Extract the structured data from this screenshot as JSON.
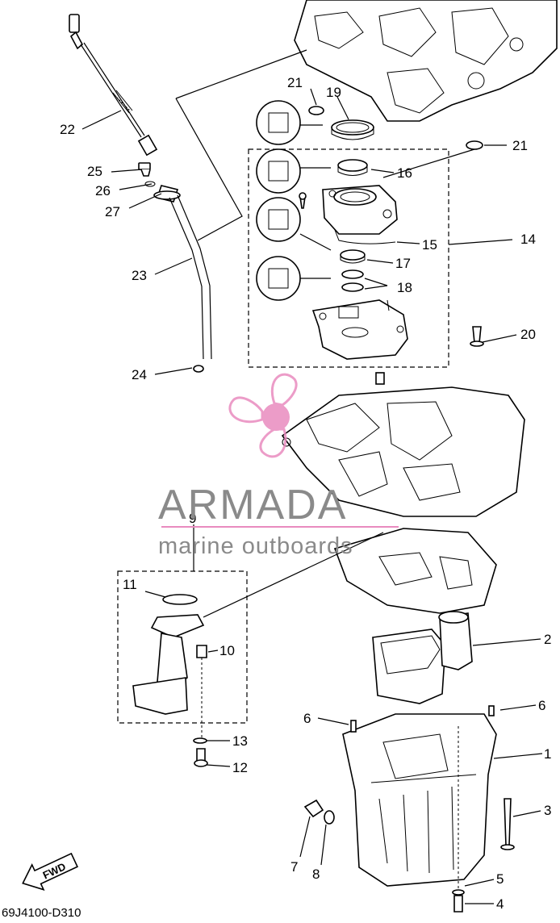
{
  "callouts": {
    "c1": "1",
    "c2": "2",
    "c3": "3",
    "c4": "4",
    "c5": "5",
    "c6a": "6",
    "c6b": "6",
    "c7": "7",
    "c8": "8",
    "c9": "9",
    "c10": "10",
    "c11": "11",
    "c12": "12",
    "c13": "13",
    "c14": "14",
    "c15": "15",
    "c16": "16",
    "c17": "17",
    "c18": "18",
    "c19": "19",
    "c20": "20",
    "c21a": "21",
    "c21b": "21",
    "c22": "22",
    "c23": "23",
    "c24": "24",
    "c25": "25",
    "c26": "26",
    "c27": "27"
  },
  "watermark": {
    "brand": "ARMADA",
    "tagline": "marine outboards"
  },
  "fwd_label": "FWD",
  "diagram_code": "69J4100-D310",
  "colors": {
    "line": "#000000",
    "watermark_gray": "#8a8a8a",
    "watermark_pink": "#e98bbf"
  }
}
